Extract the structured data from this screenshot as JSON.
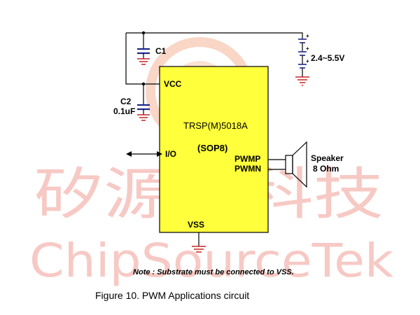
{
  "watermark": {
    "chinese": "矽源特科技",
    "english": "ChipSourceTek",
    "color": "#f7c9c4"
  },
  "chip": {
    "name": "TRSP(M)5018A",
    "package": "(SOP8)",
    "fill": "#ffff3c",
    "pins": {
      "vcc": "VCC",
      "io": "I/O",
      "pwmp": "PWMP",
      "pwmn": "PWMN",
      "vss": "VSS"
    }
  },
  "components": {
    "c1": {
      "label": "C1"
    },
    "c2": {
      "label": "C2",
      "value": "0.1uF"
    },
    "battery": {
      "voltage": "2.4~5.5V",
      "plus_sign": "+"
    },
    "speaker": {
      "label": "Speaker",
      "value": "8 Ohm"
    }
  },
  "note": "Note : Substrate must be connected to VSS.",
  "caption": "Figure 10.  PWM Applications circuit"
}
